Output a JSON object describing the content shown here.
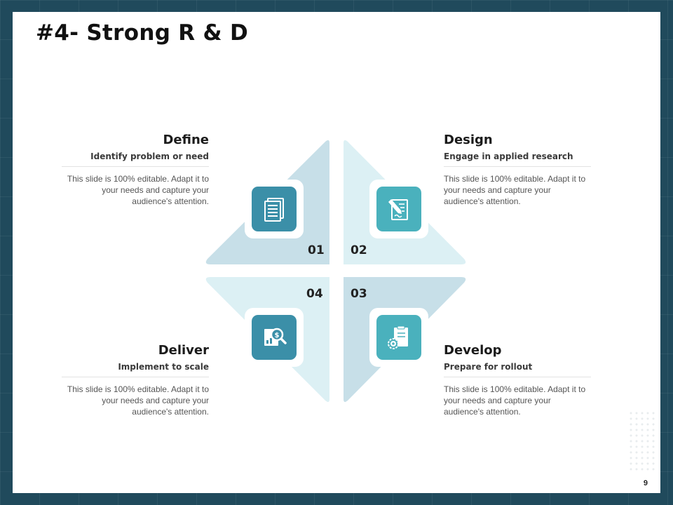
{
  "slide": {
    "title": "#4- Strong R & D",
    "page_number": "9"
  },
  "colors": {
    "background": "#204a5c",
    "petal_dark": "#c7dfe8",
    "petal_light": "#dcf0f4",
    "icon_dark": "#3b8fa8",
    "icon_teal": "#4ab1bd"
  },
  "steps": [
    {
      "number": "01",
      "title": "Define",
      "subtitle": "Identify problem or need",
      "body": "This slide is 100% editable. Adapt it to your needs and capture your audience's attention.",
      "icon": "document-list-icon"
    },
    {
      "number": "02",
      "title": "Design",
      "subtitle": "Engage in applied research",
      "body": "This slide is 100% editable. Adapt it to your needs and capture your audience's attention.",
      "icon": "pencil-document-icon"
    },
    {
      "number": "03",
      "title": "Develop",
      "subtitle": "Prepare for rollout",
      "body": "This slide is 100% editable. Adapt it to your needs and capture your audience's attention.",
      "icon": "clipboard-gear-icon"
    },
    {
      "number": "04",
      "title": "Deliver",
      "subtitle": "Implement to scale",
      "body": "This slide is 100% editable. Adapt it to your needs and capture your audience's attention.",
      "icon": "dollar-search-icon"
    }
  ]
}
